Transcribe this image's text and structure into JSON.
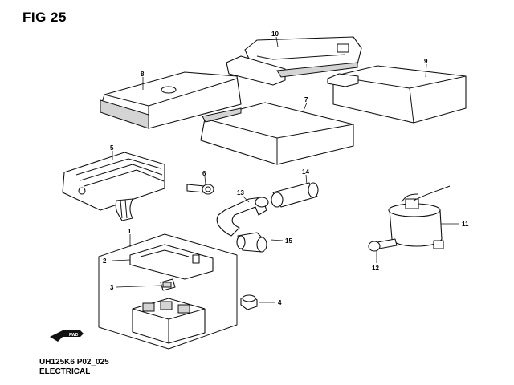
{
  "figure": {
    "title": "FIG 25",
    "code": "UH125K6 P02_025",
    "section": "ELECTRICAL",
    "fwd_label": "FWD"
  },
  "callouts": [
    "1",
    "2",
    "3",
    "4",
    "5",
    "6",
    "7",
    "8",
    "9",
    "10",
    "11",
    "12",
    "13",
    "14",
    "15"
  ]
}
